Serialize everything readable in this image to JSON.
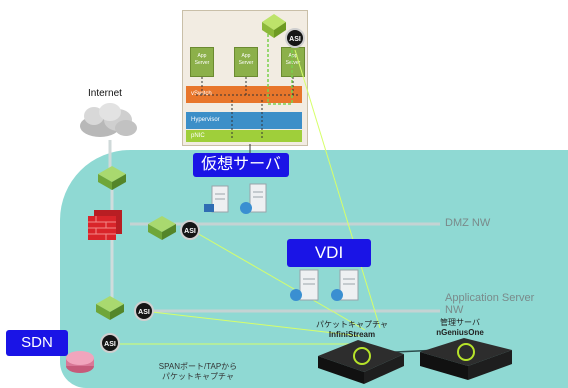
{
  "vserver_panel": {
    "app_servers": [
      {
        "line1": "App",
        "line2": "Server"
      },
      {
        "line1": "App",
        "line2": "Server"
      },
      {
        "line1": "App",
        "line2": "Server"
      }
    ],
    "vswitch": "vSwitch",
    "hypervisor": "Hypervisor",
    "pnic": "pNIC"
  },
  "labels": {
    "internet": "Internet",
    "virtual_server": "仮想サーバ",
    "vdi": "VDI",
    "sdn": "SDN",
    "dmz_nw": "DMZ NW",
    "app_server_nw_line1": "Application Server",
    "app_server_nw_line2": "NW",
    "packet_capture_line1": "パケットキャプチャ",
    "packet_capture_line2": "InfiniStream",
    "mgmt_server_line1": "管理サーバ",
    "mgmt_server_line2": "nGeniusOne",
    "span_line1": "SPANポート/TAPから",
    "span_line2": "パケットキャプチャ",
    "asi": "ASI"
  },
  "colors": {
    "teal_area": "#8fd9d3",
    "label_blue": "#1a14e6",
    "vswitch": "#e8762b",
    "hypervisor": "#3c8fc8",
    "pnic": "#9fcf3a",
    "app_server": "#8cb04a",
    "firewall": "#d9252a"
  }
}
